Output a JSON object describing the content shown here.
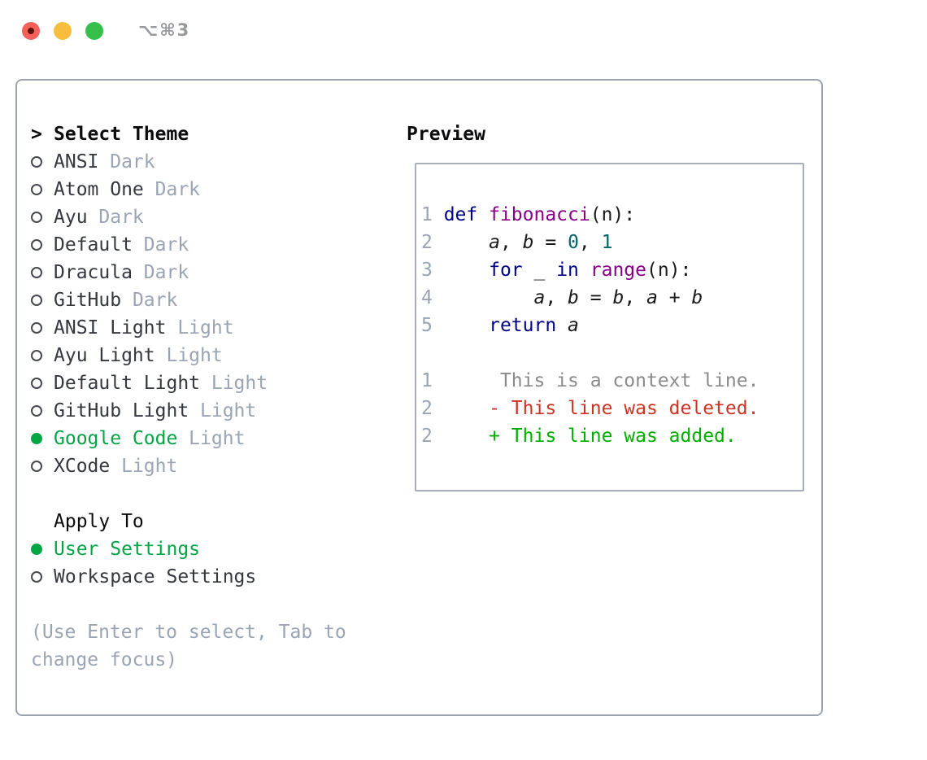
{
  "window": {
    "title": "⌥⌘3"
  },
  "colors": {
    "accent_green": "#00a544",
    "muted": "#9aa4b2",
    "text_dark": "#34383e",
    "text_black": "#0b0b0d",
    "marker_stroke": "#45484d",
    "panel_border": "#9aa3af",
    "preview_border": "#a8aeb9",
    "title_gray": "#98999d",
    "light_red": "#f4605a",
    "light_red_dot": "#5f120a",
    "light_yellow": "#f6bd3e",
    "light_green": "#36c04b",
    "kwd": "#000088",
    "fn": "#880088",
    "lit": "#006666",
    "pln": "#1a1a1a",
    "ctx": "#8a8a8a",
    "del": "#cc3322",
    "add": "#00ae00",
    "line_num": "#9aa4b2"
  },
  "sidebar": {
    "header": {
      "prefix": ">",
      "label": "Select Theme"
    },
    "themes": [
      {
        "name": "ANSI",
        "variant": "Dark",
        "selected": false
      },
      {
        "name": "Atom One",
        "variant": "Dark",
        "selected": false
      },
      {
        "name": "Ayu",
        "variant": "Dark",
        "selected": false
      },
      {
        "name": "Default",
        "variant": "Dark",
        "selected": false
      },
      {
        "name": "Dracula",
        "variant": "Dark",
        "selected": false
      },
      {
        "name": "GitHub",
        "variant": "Dark",
        "selected": false
      },
      {
        "name": "ANSI Light",
        "variant": "Light",
        "selected": false
      },
      {
        "name": "Ayu Light",
        "variant": "Light",
        "selected": false
      },
      {
        "name": "Default Light",
        "variant": "Light",
        "selected": false
      },
      {
        "name": "GitHub Light",
        "variant": "Light",
        "selected": false
      },
      {
        "name": "Google Code",
        "variant": "Light",
        "selected": true
      },
      {
        "name": "XCode",
        "variant": "Light",
        "selected": false
      }
    ],
    "apply_to": {
      "label": "Apply To",
      "options": [
        {
          "name": "User Settings",
          "selected": true
        },
        {
          "name": "Workspace Settings",
          "selected": false
        }
      ]
    },
    "hint_lines": [
      "(Use Enter to select, Tab to",
      "change focus)"
    ]
  },
  "preview": {
    "label": "Preview",
    "code_lines": [
      {
        "num": "1",
        "tokens": [
          {
            "t": "def ",
            "c": "kwd"
          },
          {
            "t": "fibonacci",
            "c": "fn"
          },
          {
            "t": "(n):",
            "c": "pln"
          }
        ]
      },
      {
        "num": "2",
        "tokens": [
          {
            "t": "    ",
            "c": "pln"
          },
          {
            "t": "a",
            "c": "var"
          },
          {
            "t": ", ",
            "c": "pln"
          },
          {
            "t": "b",
            "c": "var"
          },
          {
            "t": " = ",
            "c": "pln"
          },
          {
            "t": "0",
            "c": "lit"
          },
          {
            "t": ", ",
            "c": "pln"
          },
          {
            "t": "1",
            "c": "lit"
          }
        ]
      },
      {
        "num": "3",
        "tokens": [
          {
            "t": "    ",
            "c": "pln"
          },
          {
            "t": "for",
            "c": "kwd"
          },
          {
            "t": " _ ",
            "c": "pln"
          },
          {
            "t": "in",
            "c": "kwd"
          },
          {
            "t": " ",
            "c": "pln"
          },
          {
            "t": "range",
            "c": "fn"
          },
          {
            "t": "(n):",
            "c": "pln"
          }
        ]
      },
      {
        "num": "4",
        "tokens": [
          {
            "t": "        ",
            "c": "pln"
          },
          {
            "t": "a",
            "c": "var"
          },
          {
            "t": ", ",
            "c": "pln"
          },
          {
            "t": "b",
            "c": "var"
          },
          {
            "t": " = ",
            "c": "pln"
          },
          {
            "t": "b",
            "c": "var"
          },
          {
            "t": ", ",
            "c": "pln"
          },
          {
            "t": "a",
            "c": "var"
          },
          {
            "t": " + ",
            "c": "pln"
          },
          {
            "t": "b",
            "c": "var"
          }
        ]
      },
      {
        "num": "5",
        "tokens": [
          {
            "t": "    ",
            "c": "pln"
          },
          {
            "t": "return",
            "c": "kwd"
          },
          {
            "t": " ",
            "c": "pln"
          },
          {
            "t": "a",
            "c": "var"
          }
        ]
      },
      {
        "num": "",
        "tokens": []
      },
      {
        "num": "1",
        "tokens": [
          {
            "t": "     This is a context line.",
            "c": "ctx"
          }
        ]
      },
      {
        "num": "2",
        "tokens": [
          {
            "t": "    - This line was deleted.",
            "c": "del"
          }
        ]
      },
      {
        "num": "2",
        "tokens": [
          {
            "t": "    + This line was added.",
            "c": "add"
          }
        ]
      }
    ]
  }
}
